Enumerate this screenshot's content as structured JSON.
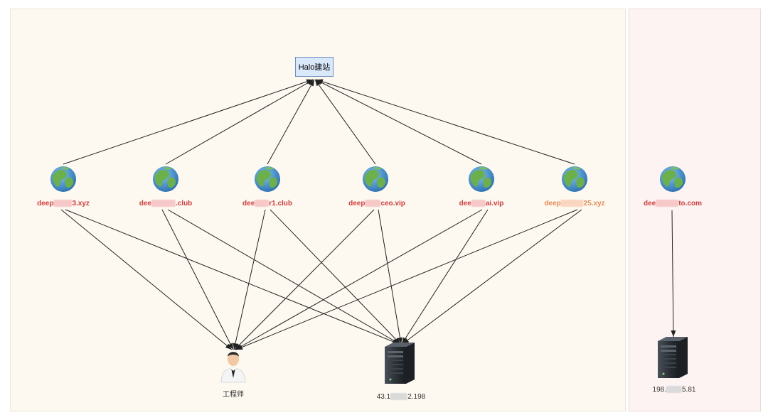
{
  "nodes": {
    "halo": {
      "label": "Halo建站"
    },
    "domains": [
      {
        "prefix": "deep",
        "suffix": "3.xyz",
        "color": "#e03b3b"
      },
      {
        "prefix": "dee",
        "suffix": ".club",
        "color": "#e03b3b"
      },
      {
        "prefix": "dee",
        "suffix": "r1.club",
        "color": "#e03b3b"
      },
      {
        "prefix": "deep",
        "suffix": "ceo.vip",
        "color": "#e03b3b"
      },
      {
        "prefix": "dee",
        "suffix": "ai.vip",
        "color": "#e03b3b"
      },
      {
        "prefix": "deep",
        "suffix": "25.xyz",
        "color": "#f08a55"
      },
      {
        "prefix": "dee",
        "suffix": "to.com",
        "color": "#e03b3b"
      }
    ],
    "engineer": {
      "label": "工程师"
    },
    "server_main": {
      "prefix": "43.1",
      "suffix": "2.198"
    },
    "server_right": {
      "prefix": "198.",
      "suffix": "5.81"
    }
  },
  "colors": {
    "left_panel": "#fdf9f1",
    "right_panel": "#fdf3f2",
    "box_fill": "#dae8fc",
    "box_border": "#6c8ebf",
    "edge": "#222222"
  }
}
